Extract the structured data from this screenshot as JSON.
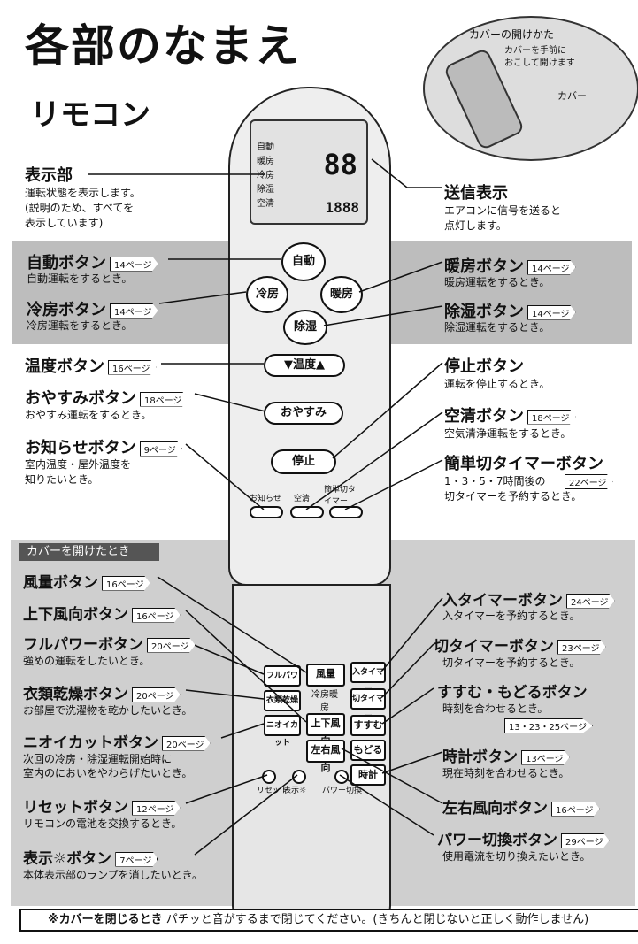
{
  "title": "各部のなまえ",
  "subtitle": "リモコン",
  "cover_inset": {
    "title": "カバーの開けかた",
    "desc_line1": "カバーを手前に",
    "desc_line2": "おこして開けます",
    "label": "カバー"
  },
  "display": {
    "label": "表示部",
    "desc1": "運転状態を表示します。",
    "desc2": "(説明のため、すべてを",
    "desc3": "表示しています)"
  },
  "lcd": {
    "rows": [
      "自動",
      "暖房",
      "冷房",
      "除湿",
      "空清"
    ],
    "digits": "88",
    "time": "1888"
  },
  "send_display": {
    "label": "送信表示",
    "desc1": "エアコンに信号を送ると",
    "desc2": "点灯します。"
  },
  "auto_button": {
    "label": "自動ボタン",
    "page": "14ページ",
    "desc": "自動運転をするとき。",
    "key": "自動"
  },
  "cool_button": {
    "label": "冷房ボタン",
    "page": "14ページ",
    "desc": "冷房運転をするとき。",
    "key": "冷房"
  },
  "heat_button": {
    "label": "暖房ボタン",
    "page": "14ページ",
    "desc": "暖房運転をするとき。",
    "key": "暖房"
  },
  "dry_button": {
    "label": "除湿ボタン",
    "page": "14ページ",
    "desc": "除湿運転をするとき。",
    "key": "除湿"
  },
  "temp_button": {
    "label": "温度ボタン",
    "page": "16ページ",
    "key": "温度"
  },
  "sleep_button": {
    "label": "おやすみボタン",
    "page": "18ページ",
    "desc": "おやすみ運転をするとき。",
    "key": "おやすみ"
  },
  "notify_button": {
    "label": "お知らせボタン",
    "page": "9ページ",
    "desc1": "室内温度・屋外温度を",
    "desc2": "知りたいとき。",
    "key": "お知らせ"
  },
  "stop_button": {
    "label": "停止ボタン",
    "desc": "運転を停止するとき。",
    "key": "停止"
  },
  "clean_button": {
    "label": "空清ボタン",
    "page": "18ページ",
    "desc": "空気清浄運転をするとき。",
    "key": "空清"
  },
  "easy_timer_button": {
    "label": "簡単切タイマーボタン",
    "page": "22ページ",
    "desc1": "1・3・5・7時間後の",
    "desc2": "切タイマーを予約するとき。",
    "key": "簡単切タイマー"
  },
  "cover_open_header": "カバーを開けたとき",
  "fan_button": {
    "label": "風量ボタン",
    "page": "16ページ",
    "key": "風量"
  },
  "vertical_button": {
    "label": "上下風向ボタン",
    "page": "16ページ",
    "key": "上下風向"
  },
  "fullpower_button": {
    "label": "フルパワーボタン",
    "page": "20ページ",
    "desc": "強めの運転をしたいとき。",
    "key": "フルパワー"
  },
  "clothes_button": {
    "label": "衣類乾燥ボタン",
    "page": "20ページ",
    "desc": "お部屋で洗濯物を乾かしたいとき。",
    "key": "衣類乾燥"
  },
  "odor_button": {
    "label": "ニオイカットボタン",
    "page": "20ページ",
    "desc1": "次回の冷房・除湿運転開始時に",
    "desc2": "室内のにおいをやわらげたいとき。",
    "key": "ニオイカット"
  },
  "reset_button": {
    "label": "リセットボタン",
    "page": "12ページ",
    "desc": "リモコンの電池を交換するとき。",
    "key": "リセット"
  },
  "display_button": {
    "label": "表示☼ボタン",
    "page": "7ページ",
    "desc": "本体表示部のランプを消したいとき。",
    "key": "表示☼"
  },
  "on_timer_button": {
    "label": "入タイマーボタン",
    "page": "24ページ",
    "desc": "入タイマーを予約するとき。",
    "key": "入タイマー"
  },
  "off_timer_button": {
    "label": "切タイマーボタン",
    "page": "23ページ",
    "desc": "切タイマーを予約するとき。",
    "key": "切タイマー"
  },
  "advance_button": {
    "label": "すすむ・もどるボタン",
    "desc": "時刻を合わせるとき。",
    "page": "13・23・25ページ",
    "key_fwd": "すすむ",
    "key_back": "もどる"
  },
  "clock_button": {
    "label": "時計ボタン",
    "page": "13ページ",
    "desc": "現在時刻を合わせるとき。",
    "key": "時計"
  },
  "horizontal_button": {
    "label": "左右風向ボタン",
    "page": "16ページ",
    "key": "左右風向"
  },
  "power_switch_button": {
    "label": "パワー切換ボタン",
    "page": "29ページ",
    "desc": "使用電流を切り換えたいとき。",
    "key": "パワー切換"
  },
  "mode_key": "冷房暖房",
  "footer": {
    "lead": "※カバーを閉じるとき",
    "text": "パチッと音がするまで閉じてください。(きちんと閉じないと正しく動作しません)"
  }
}
